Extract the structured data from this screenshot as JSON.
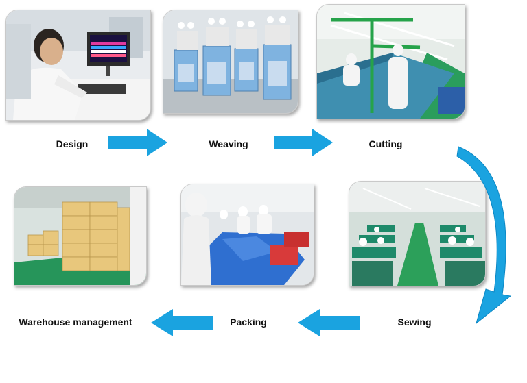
{
  "steps": [
    {
      "id": "design",
      "label": "Design",
      "photo": "design-photo"
    },
    {
      "id": "weaving",
      "label": "Weaving",
      "photo": "weaving-photo"
    },
    {
      "id": "cutting",
      "label": "Cutting",
      "photo": "cutting-photo"
    },
    {
      "id": "sewing",
      "label": "Sewing",
      "photo": "sewing-photo"
    },
    {
      "id": "packing",
      "label": "Packing",
      "photo": "packing-photo"
    },
    {
      "id": "warehouse",
      "label": "Warehouse management",
      "photo": "warehouse-photo"
    }
  ],
  "colors": {
    "arrow": "#1aa3e0",
    "arrow_dark": "#0c87c4",
    "floor_green": "#1e8a4a",
    "garment_blue": "#1f5fc8"
  },
  "icons": {
    "flow_arrow": "right-arrow-icon",
    "curve_arrow": "curved-arrow-icon"
  }
}
